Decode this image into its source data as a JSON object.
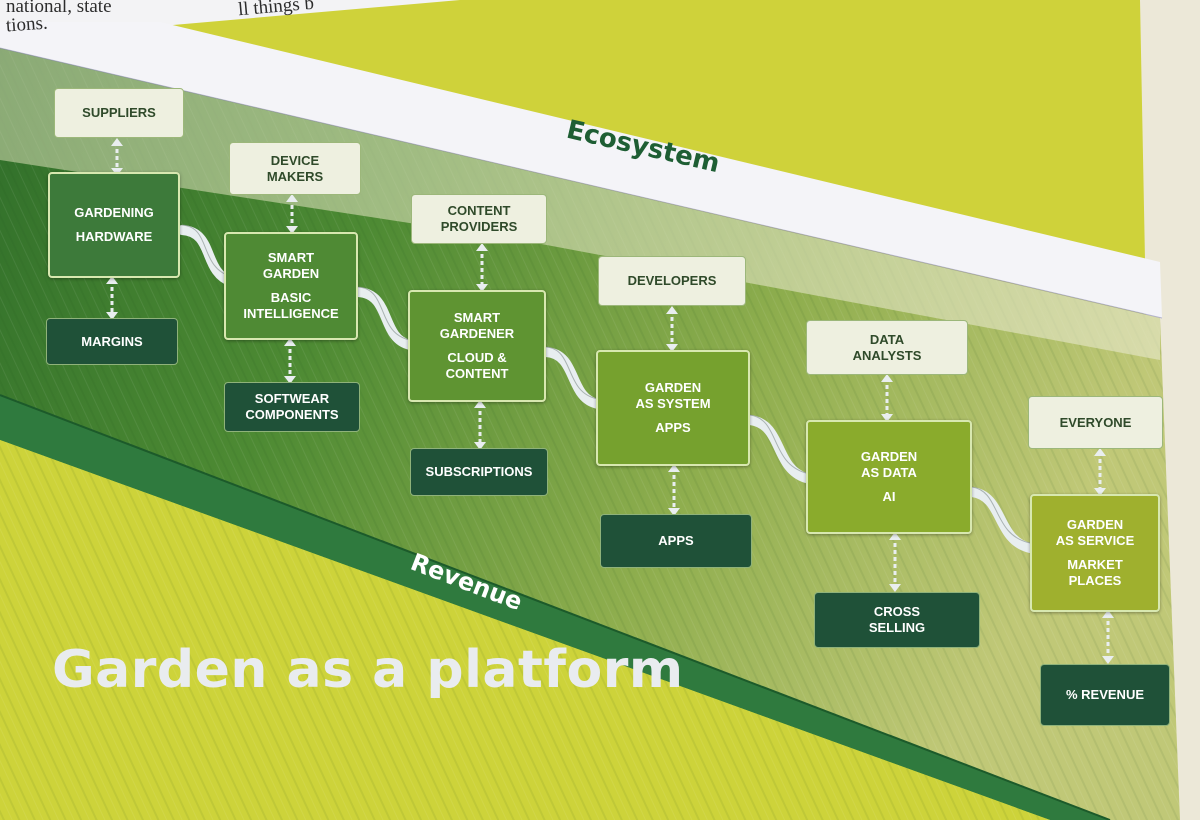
{
  "page_text": {
    "line1": "national, state",
    "line2": "tions.",
    "line3": "ll things b"
  },
  "bands": {
    "ecosystem": "Ecosystem",
    "revenue": "Revenue"
  },
  "title": "Garden as a platform",
  "stakeholders": {
    "suppliers": [
      "SUPPLIERS"
    ],
    "device_makers": [
      "DEVICE",
      "MAKERS"
    ],
    "content_providers": [
      "CONTENT",
      "PROVIDERS"
    ],
    "developers": [
      "DEVELOPERS"
    ],
    "data_analysts": [
      "DATA",
      "ANALYSTS"
    ],
    "everyone": [
      "EVERYONE"
    ]
  },
  "stages": {
    "gardening_hardware": {
      "name": [
        "GARDENING",
        "HARDWARE"
      ],
      "detail": []
    },
    "smart_garden": {
      "name": [
        "SMART",
        "GARDEN"
      ],
      "detail": [
        "BASIC",
        "INTELLIGENCE"
      ]
    },
    "smart_gardener": {
      "name": [
        "SMART",
        "GARDENER"
      ],
      "detail": [
        "CLOUD &",
        "CONTENT"
      ]
    },
    "garden_as_system": {
      "name": [
        "GARDEN",
        "AS SYSTEM"
      ],
      "detail": [
        "APPS"
      ]
    },
    "garden_as_data": {
      "name": [
        "GARDEN",
        "AS DATA"
      ],
      "detail": [
        "AI"
      ]
    },
    "garden_as_service": {
      "name": [
        "GARDEN",
        "AS SERVICE"
      ],
      "detail": [
        "MARKET",
        "PLACES"
      ]
    }
  },
  "revenues": {
    "margins": [
      "MARGINS"
    ],
    "softwear_components": [
      "SOFTWEAR",
      "COMPONENTS"
    ],
    "subscriptions": [
      "SUBSCRIPTIONS"
    ],
    "apps": [
      "APPS"
    ],
    "cross_selling": [
      "CROSS",
      "SELLING"
    ],
    "percent_revenue": [
      "% REVENUE"
    ]
  },
  "colors": {
    "lime": "#cfd23a",
    "grass_dark": "#3f7a2c",
    "grass_light": "#a8b95a",
    "revenue_band": "#2f7a3e",
    "ecosystem_band": "#f4f4f8",
    "revenue_box": "#1f5138",
    "stage_1": "#3d7a3a",
    "stage_2": "#4f8a34",
    "stage_3": "#5f9432",
    "stage_4": "#76a12e",
    "stage_5": "#8aab2c",
    "stage_6": "#9fb02e"
  }
}
